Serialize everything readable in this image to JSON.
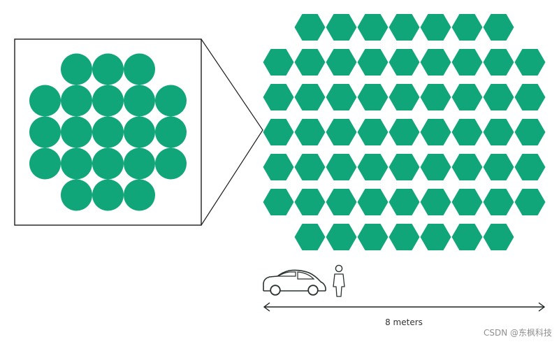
{
  "colors": {
    "segment": "#11a67a",
    "outline": "#1d1d1d",
    "car": "#2a3331",
    "person": "#2a3331",
    "arrow": "#1f2523"
  },
  "inset": {
    "shape": "circle",
    "row_counts": [
      3,
      5,
      5,
      5,
      3
    ]
  },
  "array": {
    "shape": "hexagon",
    "row_counts": [
      7,
      9,
      9,
      9,
      9,
      9,
      7
    ]
  },
  "scale": {
    "label": "8 meters",
    "icons": [
      "car-icon",
      "person-icon"
    ]
  },
  "watermark": {
    "text": "CSDN @东枫科技"
  }
}
